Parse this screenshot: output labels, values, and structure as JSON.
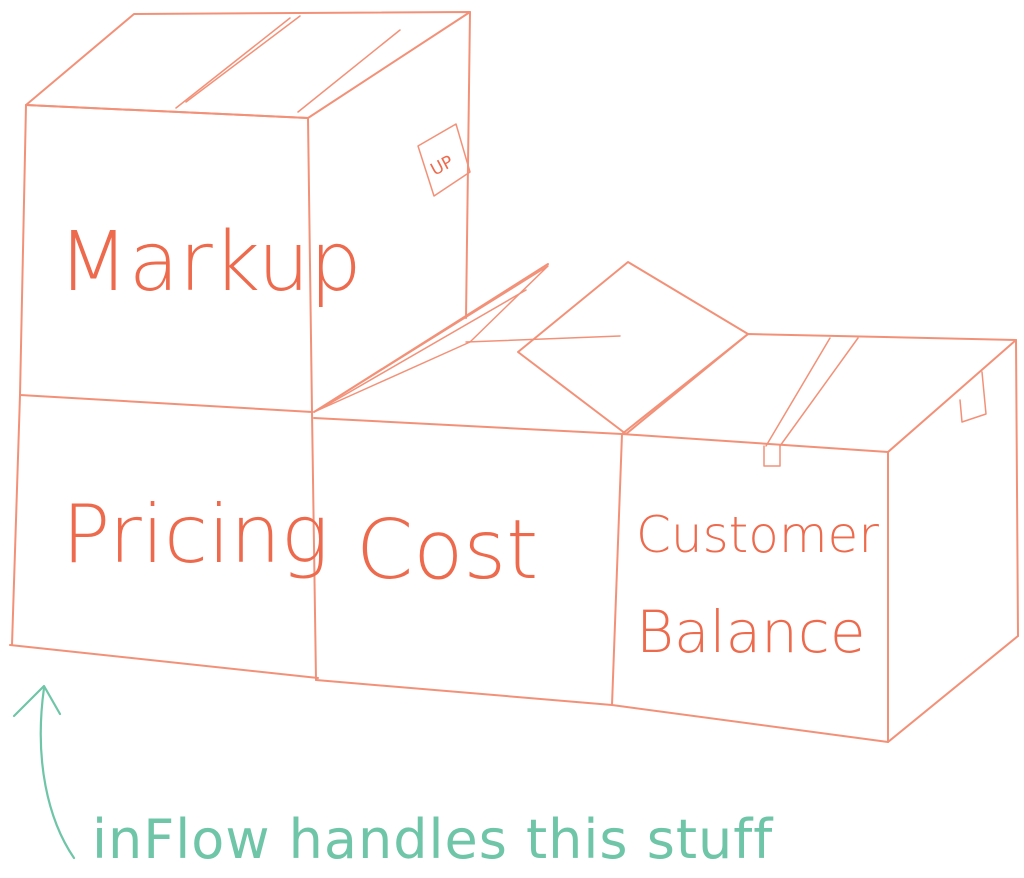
{
  "boxes": {
    "markup": "Markup",
    "up_sticker": "UP",
    "pricing": "Pricing",
    "cost": "Cost",
    "customer_balance_line1": "Customer",
    "customer_balance_line2": "Balance"
  },
  "caption": "inFlow handles this stuff",
  "colors": {
    "box_stroke": "#f39178",
    "box_text": "#ee6a4d",
    "annotation": "#6fc5a8"
  }
}
